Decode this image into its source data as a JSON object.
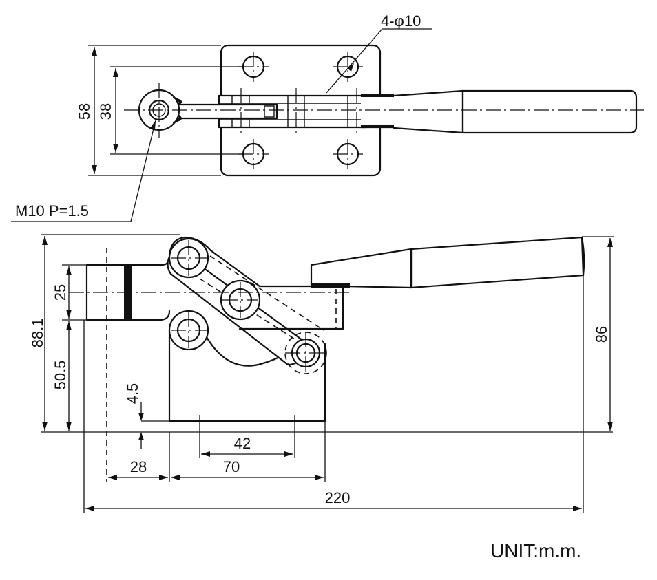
{
  "top_view": {
    "hole_callout": "4-φ10",
    "thread_callout": "M10 P=1.5",
    "dims": {
      "height_outer": "58",
      "height_inner": "38"
    }
  },
  "side_view": {
    "dims": {
      "total_height": "88.1",
      "spindle_height": "25",
      "lower_height": "50.5",
      "base_thickness": "4.5",
      "hole_spacing": "42",
      "offset": "28",
      "base_length": "70",
      "overall_length": "220",
      "handle_height": "86"
    }
  },
  "unit_label": "UNIT:m.m."
}
